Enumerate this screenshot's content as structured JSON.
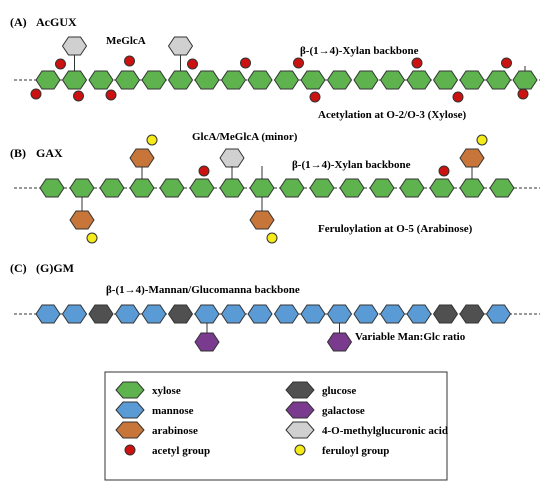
{
  "colors": {
    "xylose": "#5eb34f",
    "mannose": "#5b9bd5",
    "arabinose": "#c8753a",
    "glucose": "#505050",
    "galactose": "#7a3a8e",
    "meglca": "#d0d0d0",
    "acetyl": "#cc1111",
    "feruloyl": "#f5ea1a",
    "outline": "#333333"
  },
  "panels": [
    {
      "id": "A",
      "label": "(A)",
      "title": "AcGUX",
      "annotations": [
        "MeGlcA",
        "β-(1→4)-Xylan backbone",
        "Acetylation at O-2/O-3 (Xylose)"
      ]
    },
    {
      "id": "B",
      "label": "(B)",
      "title": "GAX",
      "annotations": [
        "GlcA/MeGlcA (minor)",
        "β-(1→4)-Xylan backbone",
        "Feruloylation at O-5 (Arabinose)"
      ]
    },
    {
      "id": "C",
      "label": "(C)",
      "title": "(G)GM",
      "annotations": [
        "β-(1→4)-Mannan/Glucomanna backbone",
        "Variable Man:Glc ratio"
      ]
    }
  ],
  "legend": {
    "items": [
      {
        "key": "xylose",
        "label": "xylose",
        "shape": "hexagon"
      },
      {
        "key": "glucose",
        "label": "glucose",
        "shape": "hexagon"
      },
      {
        "key": "mannose",
        "label": "mannose",
        "shape": "hexagon"
      },
      {
        "key": "galactose",
        "label": "galactose",
        "shape": "hexagon"
      },
      {
        "key": "arabinose",
        "label": "arabinose",
        "shape": "hexagon"
      },
      {
        "key": "meglca",
        "label": "4-O-methylglucuronic acid",
        "shape": "hexagon"
      },
      {
        "key": "acetyl",
        "label": "acetyl group",
        "shape": "circle"
      },
      {
        "key": "feruloyl",
        "label": "feruloyl group",
        "shape": "circle"
      }
    ]
  }
}
